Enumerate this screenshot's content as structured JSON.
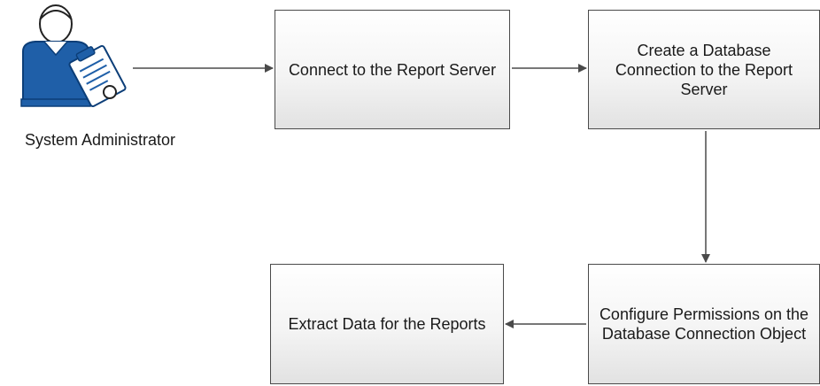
{
  "actor": {
    "label": "System Administrator",
    "icon": "administrator-clipboard-icon"
  },
  "steps": [
    {
      "id": "b1",
      "label": "Connect to the Report Server"
    },
    {
      "id": "b2",
      "label": "Create a Database Connection to the Report Server"
    },
    {
      "id": "b3",
      "label": "Configure Permissions on the Database Connection Object"
    },
    {
      "id": "b4",
      "label": "Extract Data for the Reports"
    }
  ],
  "colors": {
    "outline": "#4a4a4a",
    "actor_blue": "#1f5fa8",
    "actor_dark": "#0c3e78"
  }
}
